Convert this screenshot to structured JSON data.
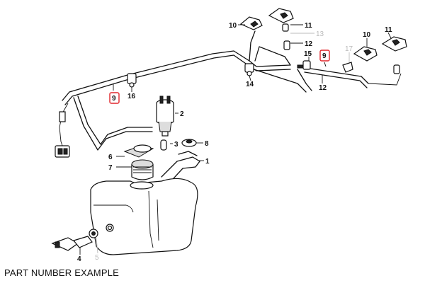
{
  "caption": "PART NUMBER EXAMPLE",
  "colors": {
    "highlight": "#e0262b",
    "line": "#111111",
    "muted": "#bbbbbb"
  },
  "callouts": {
    "c1": "1",
    "c2": "2",
    "c3": "3",
    "c4": "4",
    "c5": "5",
    "c6": "6",
    "c7": "7",
    "c8": "8",
    "c9a": "9",
    "c9b": "9",
    "c10a": "10",
    "c10b": "10",
    "c11a": "11",
    "c11b": "11",
    "c12a": "12",
    "c12b": "12",
    "c13": "13",
    "c14": "14",
    "c15": "15",
    "c16": "16",
    "c17": "17"
  }
}
